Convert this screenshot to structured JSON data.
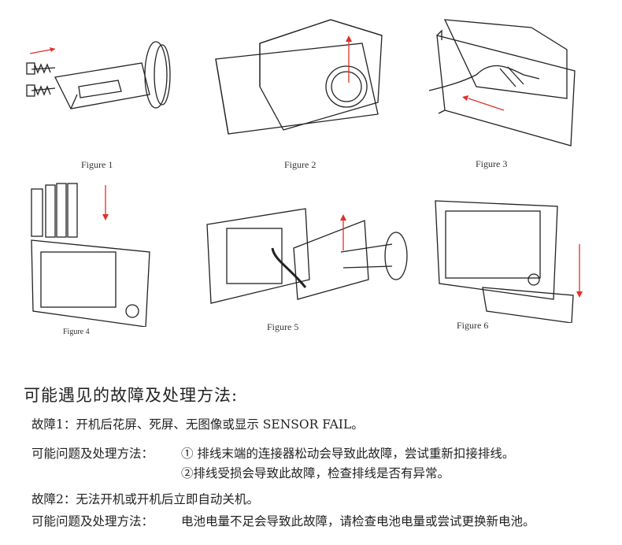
{
  "figures": [
    {
      "caption": "Figure 1"
    },
    {
      "caption": "Figure 2"
    },
    {
      "caption": "Figure 3"
    },
    {
      "caption": "Figure 4"
    },
    {
      "caption": "Figure 5"
    },
    {
      "caption": "Figure 6"
    }
  ],
  "section_title": "可能遇见的故障及处理方法:",
  "faults": [
    {
      "label": "故障1：开机后花屏、死屏、无图像或显示 SENSOR FAIL。",
      "solution_lead": "可能问题及处理方法：",
      "solutions": [
        "① 排线末端的连接器松动会导致此故障，尝试重新扣接排线。",
        "②排线受损会导致此故障，检查排线是否有异常。"
      ]
    },
    {
      "label": "故障2：无法开机或开机后立即自动关机。",
      "solution_lead": "可能问题及处理方法：",
      "solutions": [
        "电池电量不足会导致此故障，请检查电池电量或尝试更换新电池。"
      ]
    }
  ],
  "colors": {
    "arrow": "#e0302a",
    "line": "#222222"
  }
}
